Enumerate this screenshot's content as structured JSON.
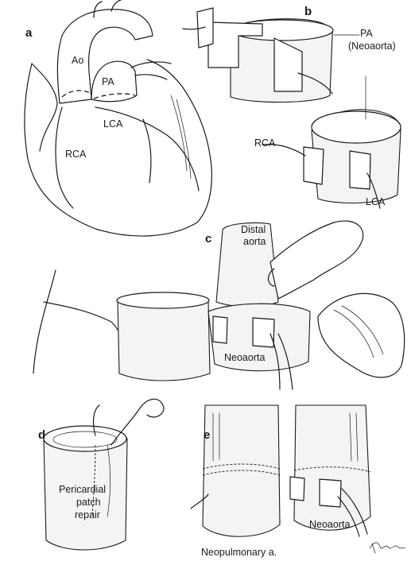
{
  "panels": [
    {
      "letter": "a",
      "labels": [
        "Ao",
        "PA",
        "LCA",
        "RCA"
      ]
    },
    {
      "letter": "b",
      "labels": [
        "PA",
        "(Neoaorta)",
        "RCA",
        "LCA"
      ]
    },
    {
      "letter": "c",
      "labels": [
        "Distal",
        "aorta",
        "Neoaorta"
      ]
    },
    {
      "letter": "d",
      "labels": [
        "Pericardial",
        "patch",
        "repair"
      ]
    },
    {
      "letter": "e",
      "labels": [
        "Neoaorta",
        "Neopulmonary a."
      ]
    }
  ],
  "signature": "Kuhgr"
}
